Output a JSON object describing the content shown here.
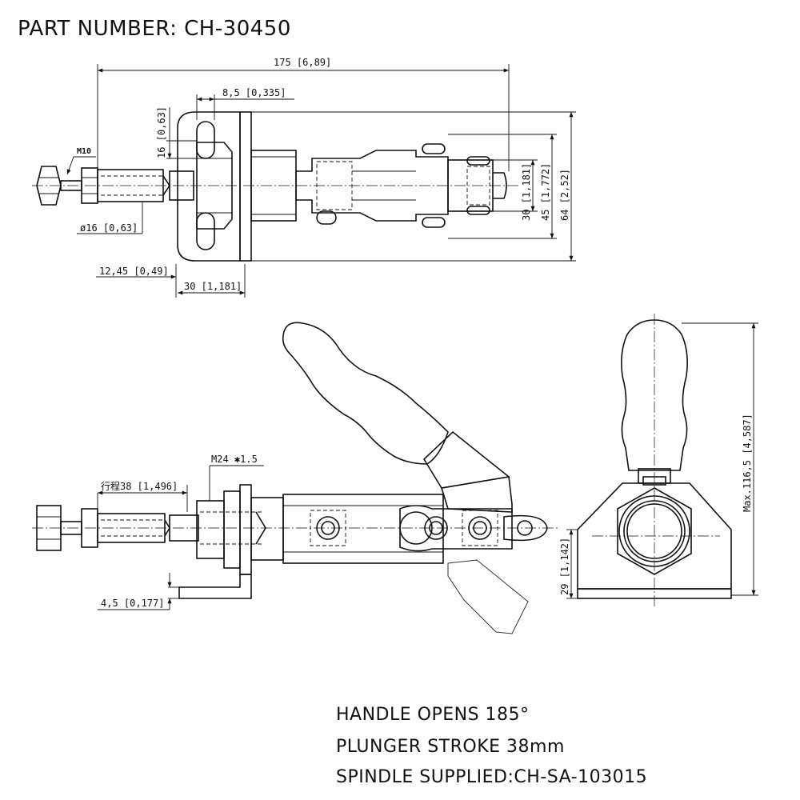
{
  "title": "PART NUMBER: CH-30450",
  "top_view": {
    "overall_length": "175 [6,89]",
    "slot_offset": "8,5 [0,335]",
    "slot_height": "16 [0,63]",
    "thread_spec": "M10",
    "bolt_diameter": "ø16 [0,63]",
    "bolt_projection": "12,45 [0,49]",
    "base_width": "30 [1,181]",
    "height_30": "30 [1,181]",
    "height_45": "45 [1,772]",
    "height_64": "64 [2,52]"
  },
  "side_view": {
    "mount_thread": "M24 ✱1.5",
    "stroke": "行程38 [1,496]",
    "base_thickness": "4,5 [0,177]"
  },
  "end_view": {
    "max_height": "Max.116,5 [4,587]",
    "base_height": "29 [1,142]"
  },
  "notes": [
    "HANDLE OPENS 185°",
    "PLUNGER STROKE 38mm",
    "SPINDLE SUPPLIED:CH-SA-103015"
  ]
}
